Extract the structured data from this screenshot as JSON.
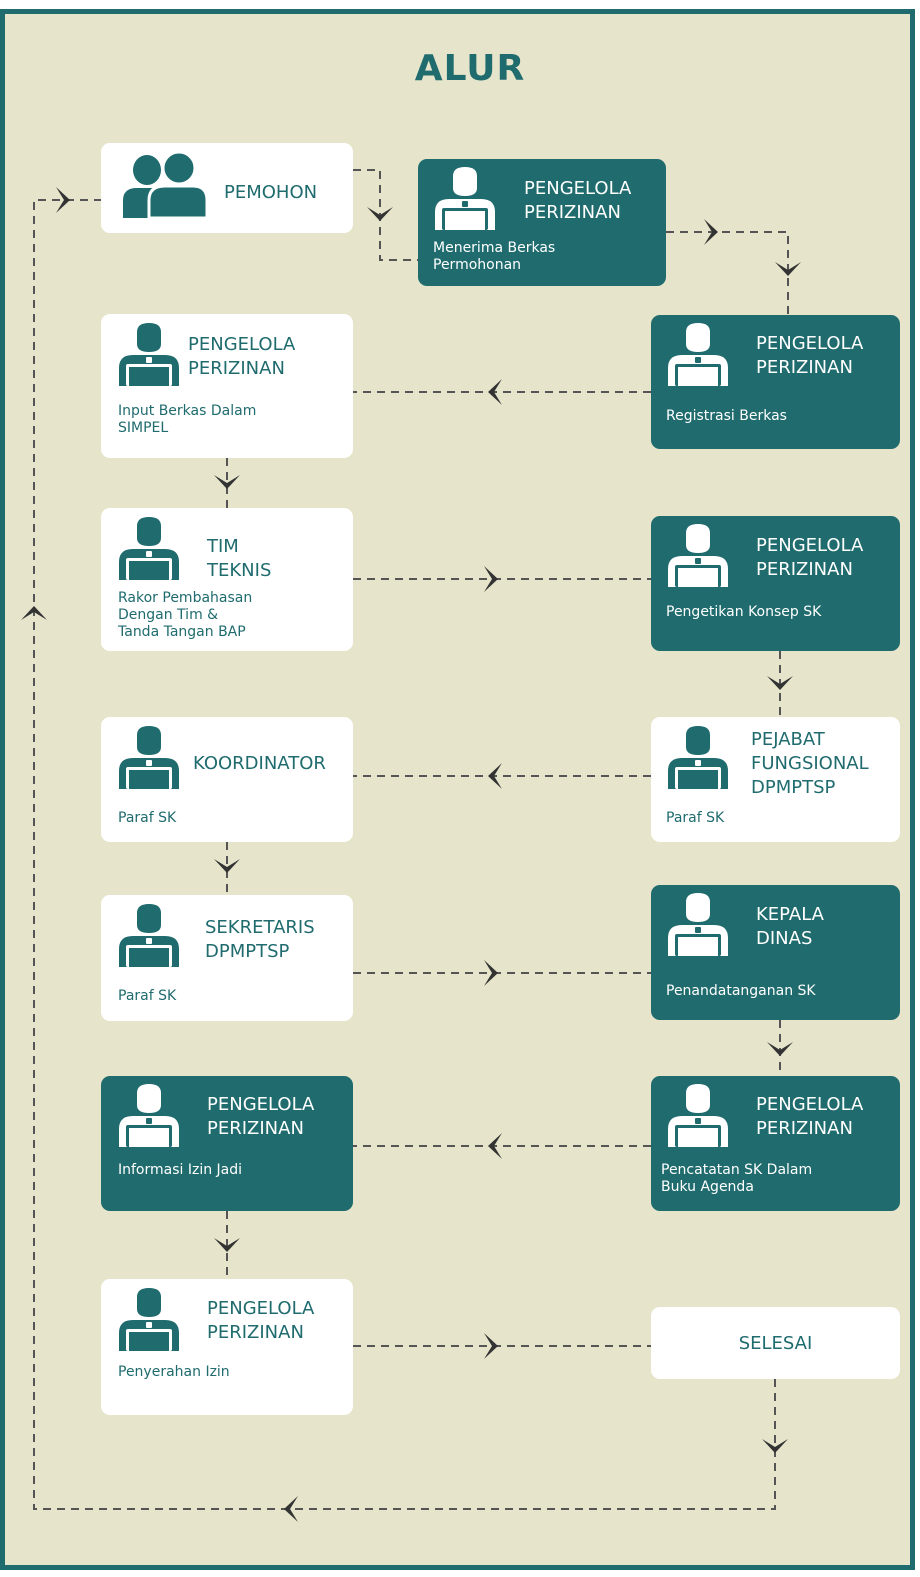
{
  "title": "ALUR",
  "colors": {
    "teal": "#1f6b6e",
    "background": "#e6e5cb",
    "white": "#ffffff",
    "arrow": "#333333"
  },
  "icons": {
    "person": "person-at-laptop-icon",
    "applicant": "two-people-icon",
    "arrow": "chevron-arrow-icon"
  },
  "steps": [
    {
      "id": "pemohon",
      "role": "PEMOHON",
      "desc": ""
    },
    {
      "id": "menerima",
      "role": "PENGELOLA\nPERIZINAN",
      "desc": "Menerima Berkas\nPermohonan"
    },
    {
      "id": "registrasi",
      "role": "PENGELOLA\nPERIZINAN",
      "desc": "Registrasi Berkas"
    },
    {
      "id": "input",
      "role": "PENGELOLA\nPERIZINAN",
      "desc": "Input Berkas Dalam\nSIMPEL"
    },
    {
      "id": "rakor",
      "role": "TIM\nTEKNIS",
      "desc": "Rakor Pembahasan\nDengan Tim &\nTanda Tangan BAP"
    },
    {
      "id": "pengetikan",
      "role": "PENGELOLA\nPERIZINAN",
      "desc": "Pengetikan Konsep SK"
    },
    {
      "id": "pejabat",
      "role": "PEJABAT\nFUNGSIONAL\nDPMPTSP",
      "desc": "Paraf SK"
    },
    {
      "id": "koordinator",
      "role": "KOORDINATOR",
      "desc": "Paraf SK"
    },
    {
      "id": "sekretaris",
      "role": "SEKRETARIS\nDPMPTSP",
      "desc": "Paraf SK"
    },
    {
      "id": "kepala",
      "role": "KEPALA\nDINAS",
      "desc": "Penandatanganan SK"
    },
    {
      "id": "pencatatan",
      "role": "PENGELOLA\nPERIZINAN",
      "desc": "Pencatatan SK Dalam\nBuku Agenda"
    },
    {
      "id": "informasi",
      "role": "PENGELOLA\nPERIZINAN",
      "desc": "Informasi Izin Jadi"
    },
    {
      "id": "penyerahan",
      "role": "PENGELOLA\nPERIZINAN",
      "desc": "Penyerahan Izin"
    },
    {
      "id": "selesai",
      "role": "SELESAI",
      "desc": ""
    }
  ]
}
